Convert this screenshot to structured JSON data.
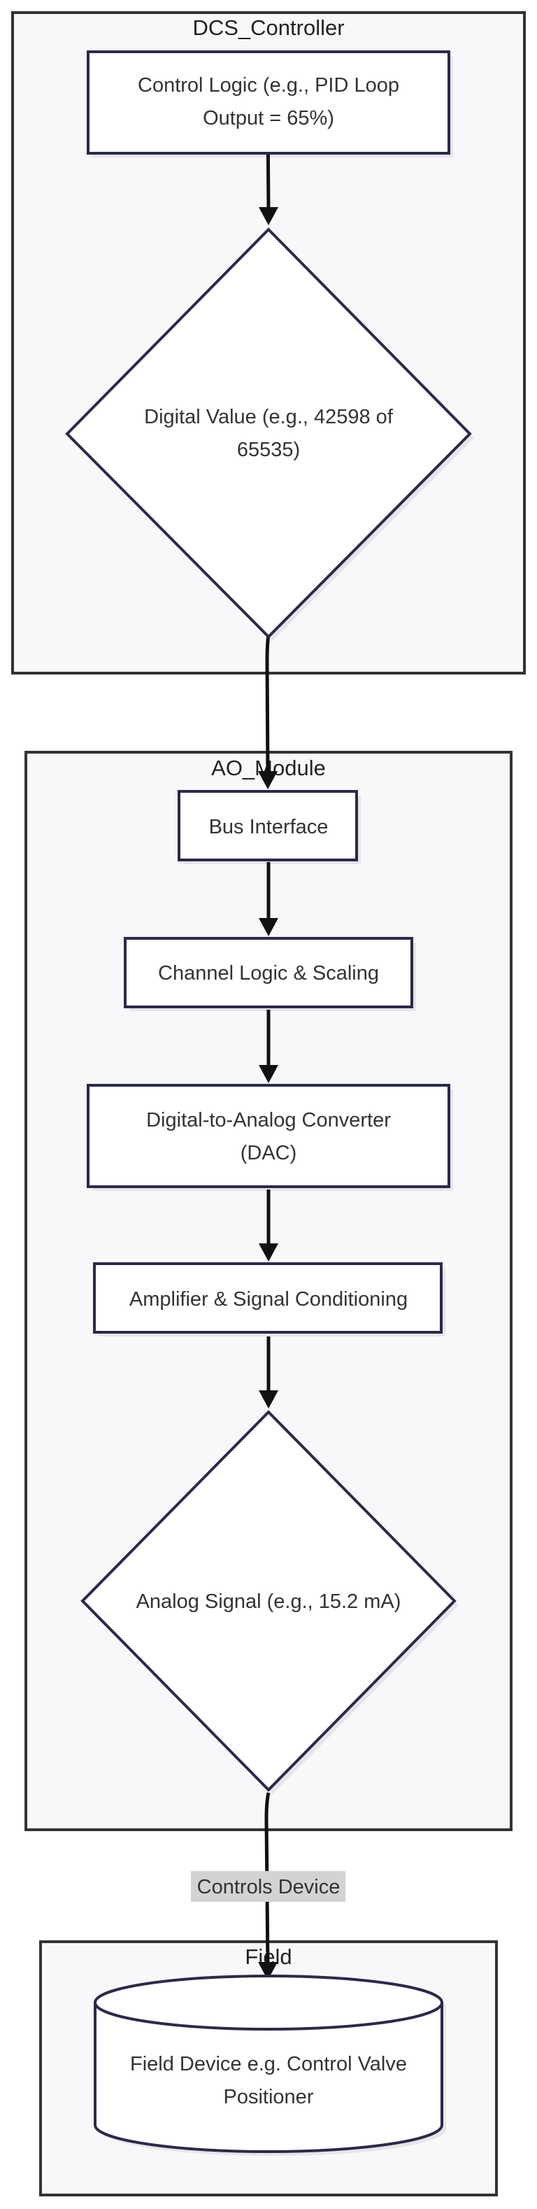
{
  "clusters": {
    "dcs": {
      "title": "DCS_Controller"
    },
    "ao": {
      "title": "AO_Module"
    },
    "field": {
      "title": "Field"
    }
  },
  "nodes": {
    "control_logic": {
      "line1": "Control Logic (e.g., PID Loop",
      "line2": "Output = 65%)"
    },
    "digital_value": {
      "line1": "Digital Value (e.g., 42598 of",
      "line2": "65535)"
    },
    "bus_interface": {
      "label": "Bus Interface"
    },
    "channel_logic": {
      "label": "Channel Logic & Scaling"
    },
    "dac": {
      "line1": "Digital-to-Analog Converter",
      "line2": "(DAC)"
    },
    "amplifier": {
      "label": "Amplifier & Signal Conditioning"
    },
    "analog_signal": {
      "label": "Analog Signal (e.g., 15.2 mA)"
    },
    "field_device": {
      "line1": "Field Device e.g. Control Valve",
      "line2": "Positioner"
    }
  },
  "edges": {
    "controls_device": {
      "label": "Controls Device"
    }
  },
  "colors": {
    "cluster_fill": "#f8f8fb",
    "node_stroke": "#2a2a48",
    "edge": "#111111",
    "edge_label_bg": "#d3d3d3"
  }
}
